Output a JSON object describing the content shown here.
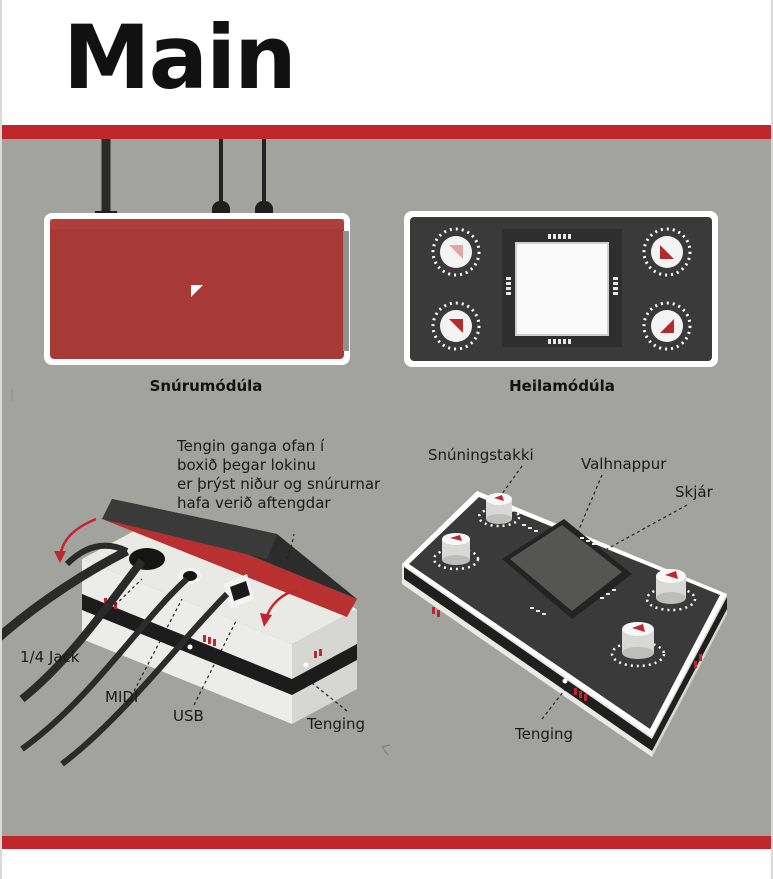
{
  "title": "Main",
  "captions": {
    "cord_module": "Snúrumódúla",
    "brain_module": "Heilamódúla"
  },
  "note_lines": [
    "Tengin ganga ofan í",
    "boxið þegar lokinu",
    "er þrýst niður og snúrurnar",
    "hafa verið aftengdar"
  ],
  "labels": {
    "jack": "1/4 Jack",
    "midi": "MIDI",
    "usb": "USB",
    "connection_left": "Tenging",
    "knob": "Snúningstakki",
    "select_button": "Valhnappur",
    "screen": "Skjár",
    "connection_right": "Tenging"
  },
  "colors": {
    "accent_red": "#c0272d",
    "panel_grey": "#a2a29f",
    "module_dark": "#3a3a3a"
  }
}
